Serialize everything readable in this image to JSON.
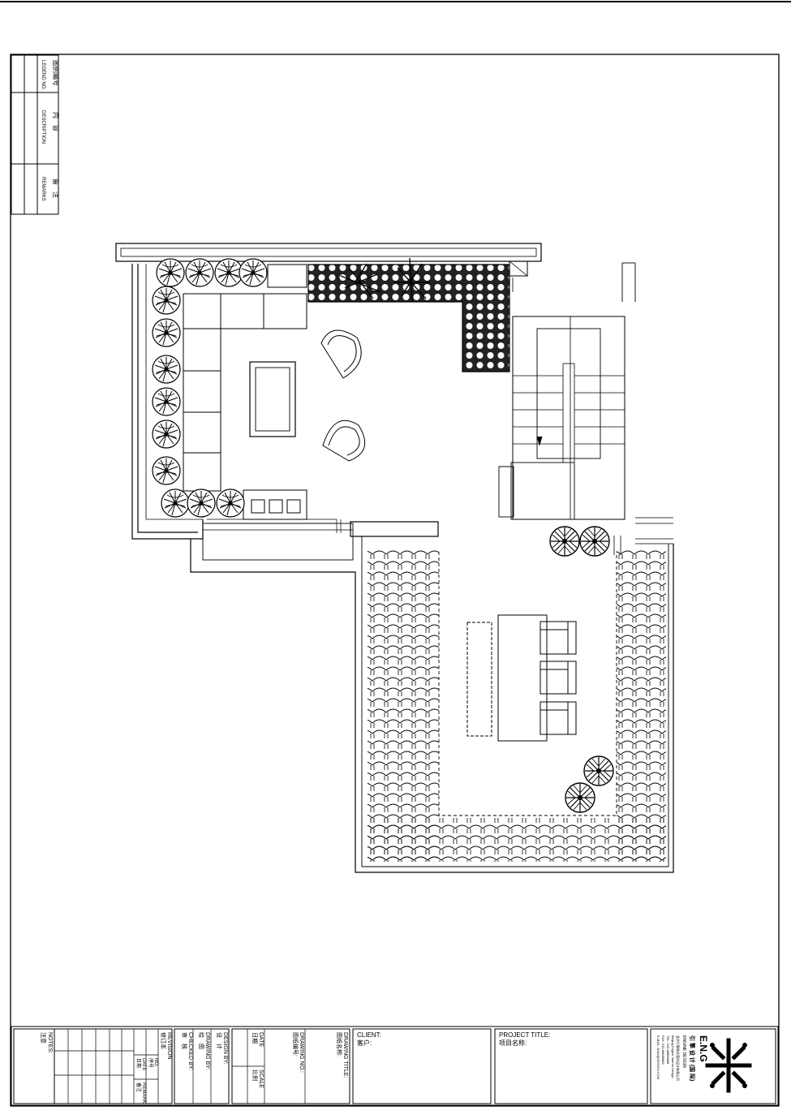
{
  "legend": {
    "col1": {
      "cn": "图例编号",
      "en": "LEGEND NO."
    },
    "col2": {
      "cn": "内　容",
      "en": "DESCRIPTION"
    },
    "col3": {
      "cn": "备　注",
      "en": "REMARKS"
    }
  },
  "title_block": {
    "notes": {
      "en": "NOTES:",
      "cn": "注意"
    },
    "revision": {
      "en": "REVISION",
      "cn": "修订本"
    },
    "rev_headers": {
      "no_en": "NO.",
      "no_cn": "序号",
      "date_en": "DATE",
      "date_cn": "日期",
      "remark_en": "REMARK",
      "remark_cn": "备注"
    },
    "design_by": {
      "en": "DESIGN BY:",
      "cn": "设　计"
    },
    "drawing_by": {
      "en": "DRAWING BY:",
      "cn": "绘　图"
    },
    "checked_by": {
      "en": "CHECKED BY:",
      "cn": "审　核"
    },
    "date": {
      "en": "DATE",
      "cn": "日期"
    },
    "scale": {
      "en": "SCALE",
      "cn": "比例"
    },
    "drawing_no": {
      "en": "DRAWING NO.:",
      "cn": "图纸编号:"
    },
    "drawing_title": {
      "en": "DRAWING TITLE:",
      "cn": "图纸名称:"
    },
    "client": {
      "en": "CLIENT:",
      "cn": "客户:"
    },
    "project_title": {
      "en": "PROJECT TITLE:",
      "cn": "项目名称:"
    },
    "company": {
      "logo_text": "E.N.G",
      "name_cn": "引 擎 设 计 (国 际)",
      "name_en": "ENGINE DESIGN",
      "lines": [
        "北京引擎联合室内设计有限公司",
        "Beijing Engine Interior Design",
        "TEL: 010-88888888",
        "FAX: 010-88888889",
        "E-MAIL: ENG@DESIGN.COM"
      ]
    }
  }
}
